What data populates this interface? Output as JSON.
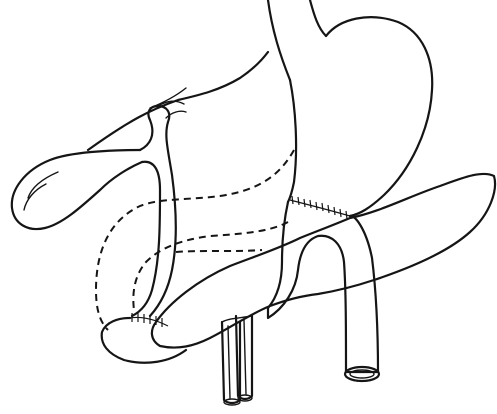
{
  "figure": {
    "style": "black-and-white line engraving",
    "colors": {
      "ink": "#151515",
      "paper": "#ffffff"
    },
    "structures": [
      "liver-edge",
      "gallbladder",
      "bile-duct",
      "stomach",
      "esophagus",
      "pancreas",
      "duodenum-stump",
      "jejunal-loop",
      "divided-vessels"
    ],
    "text_labels": []
  }
}
